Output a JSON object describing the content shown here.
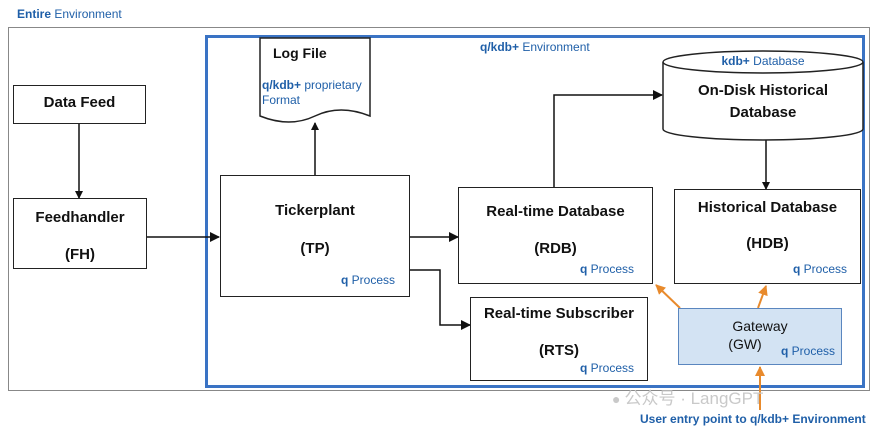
{
  "environment": {
    "entire_bold": "Entire",
    "entire_rest": " Environment",
    "qkdb_bold": "q/kdb+",
    "qkdb_rest": " Environment"
  },
  "log_file": {
    "title": "Log File",
    "desc_bold": "q/kdb+",
    "desc_rest": " proprietary",
    "desc_line2": "Format"
  },
  "data_feed": {
    "title": "Data Feed"
  },
  "feedhandler": {
    "title": "Feedhandler",
    "abbr": "(FH)"
  },
  "tickerplant": {
    "title": "Tickerplant",
    "abbr": "(TP)",
    "proc_bold": "q",
    "proc_rest": " Process"
  },
  "rdb": {
    "title": "Real-time Database",
    "abbr": "(RDB)",
    "proc_bold": "q",
    "proc_rest": " Process"
  },
  "rts": {
    "title": "Real-time Subscriber",
    "abbr": "(RTS)",
    "proc_bold": "q",
    "proc_rest": " Process"
  },
  "ondisk": {
    "label_bold": "kdb+",
    "label_rest": " Database",
    "title_line1": "On-Disk Historical",
    "title_line2": "Database"
  },
  "hdb": {
    "title": "Historical Database",
    "abbr": "(HDB)",
    "proc_bold": "q",
    "proc_rest": " Process"
  },
  "gateway": {
    "title": "Gateway",
    "abbr": "(GW)",
    "proc_bold": "q",
    "proc_rest": " Process"
  },
  "user_entry": "User entry point to q/kdb+ Environment",
  "watermark": "公众号 · LangGPT",
  "colors": {
    "accent_blue": "#3a73c4",
    "text_blue": "#1f5fa8",
    "orange": "#e88a2c",
    "gateway_fill": "#d3e3f3"
  }
}
